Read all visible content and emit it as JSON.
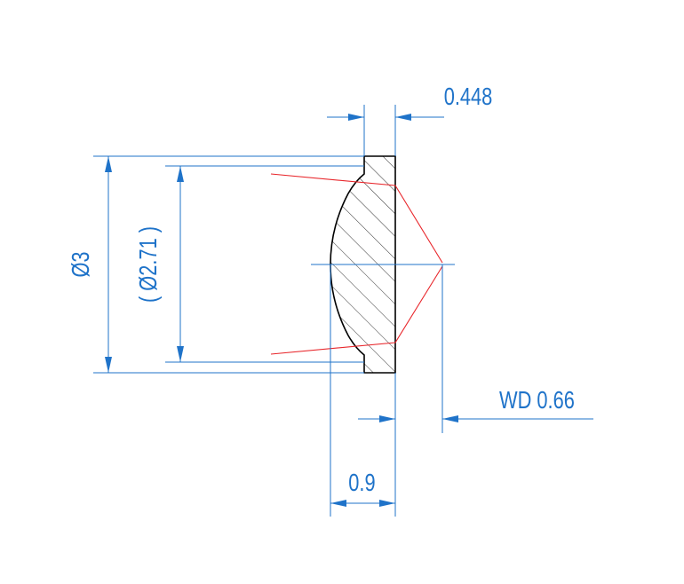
{
  "diagram": {
    "dimensions": {
      "center_thickness": "0.448",
      "outer_diameter": "Ø3",
      "clear_aperture": "( Ø2.71 )",
      "working_distance": "WD 0.66",
      "total_length": "0.9"
    },
    "colors": {
      "dimension": "#1f73c9",
      "ray": "#e8262b",
      "outline": "#000000"
    }
  }
}
